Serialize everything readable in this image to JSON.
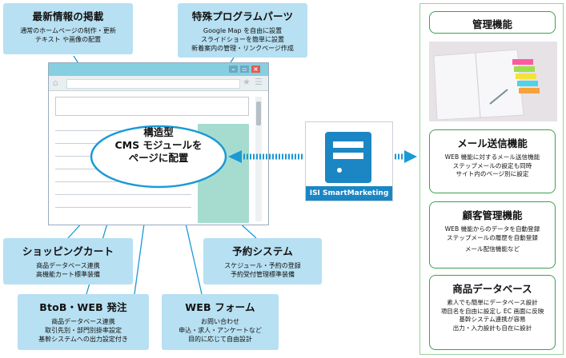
{
  "callouts": [
    {
      "key": "latest",
      "title": "最新情報の掲載",
      "lines": [
        "通常のホームページの制作・更新",
        "テキスト や画像の配置"
      ]
    },
    {
      "key": "special",
      "title": "特殊プログラムパーツ",
      "lines": [
        "Google Map を自由に設置",
        "スライドショーを簡単に設置",
        "新着案内の管理・リンクページ作成"
      ]
    },
    {
      "key": "shopping",
      "title": "ショッピングカート",
      "lines": [
        "商品データベース連携",
        "高機能カート標準装備"
      ]
    },
    {
      "key": "reserve",
      "title": "予約システム",
      "lines": [
        "スケジュール・予約の登録",
        "予約受付管理標準装備"
      ]
    },
    {
      "key": "btob",
      "title": "BtoB・WEB 発注",
      "lines": [
        "商品データベース連携",
        "取引先別・部門別掛率設定",
        "基幹システムへの出力設定付き"
      ]
    },
    {
      "key": "form",
      "title": "WEB フォーム",
      "lines": [
        "お問い合わせ",
        "申込・求人・アンケートなど",
        "目的に応じて自由設計"
      ]
    }
  ],
  "center": {
    "lines": [
      "構造型",
      "CMS モジュールを",
      "ページに配置"
    ]
  },
  "isi": {
    "label": "ISI SmartMarketing"
  },
  "panel": {
    "header": "管理機能",
    "cards": [
      {
        "title": "メール送信機能",
        "lines": [
          "WEB 機能に対するメール送信機能",
          "ステップメールの設定も同時",
          "サイト内のページ別に設定"
        ]
      },
      {
        "title": "顧客管理機能",
        "lines": [
          "WEB 機能からのデータを自動登録",
          "ステップメールの履歴を自動登録",
          "",
          "メール配信機能など"
        ]
      },
      {
        "title": "商品データベース",
        "lines": [
          "素人でも簡単にデータベース設計",
          "項目名を自由に設定し EC 画面に反映",
          "基幹システム連携が容易",
          "出力・入力設計も自在に設計"
        ]
      }
    ]
  },
  "colors": {
    "callout_bg": "#b7e0f2",
    "ellipse": "#1a9ad6",
    "arrow": "#1a9ad6",
    "panel_border": "#3f9f4f",
    "browser_bar": "#85cfe0",
    "teal_block": "#a6dcd0"
  },
  "icons": {
    "browser_close": "close-icon",
    "browser_min": "minimize-icon",
    "browser_max": "maximize-icon",
    "home": "home-icon",
    "star": "star-icon",
    "menu": "menu-icon",
    "server": "server-icon",
    "notebook": "notebook-photo"
  }
}
